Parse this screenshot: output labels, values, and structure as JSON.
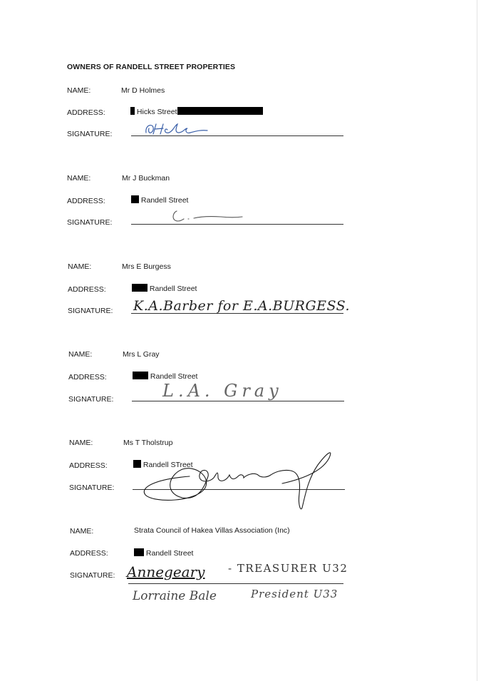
{
  "heading": "OWNERS OF RANDELL STREET PROPERTIES",
  "labels": {
    "name": "NAME:",
    "address": "ADDRESS:",
    "signature": "SIGNATURE:"
  },
  "owners": [
    {
      "name": "Mr D Holmes",
      "street": "Hicks Street"
    },
    {
      "name": "Mr J Buckman",
      "street": "Randell Street"
    },
    {
      "name": "Mrs E Burgess",
      "street": "Randell Street",
      "signature_text": "K.A.Barber for E.A.BURGESS."
    },
    {
      "name": "Mrs L Gray",
      "street": "Randell Street",
      "signature_text": "L.A. Gray"
    },
    {
      "name": "Ms T Tholstrup",
      "street": "Randell STreet"
    },
    {
      "name": "Strata Council of Hakea Villas Association (Inc)",
      "street": "Randell Street",
      "signature_text": "Annegeary",
      "signature_note": "- TREASURER U32",
      "second_signature": "Lorraine Bale",
      "second_note": "President U33"
    }
  ],
  "colors": {
    "text": "#1a1a1a",
    "ink_blue": "#3a5fa8",
    "ink_dark": "#222222",
    "redaction": "#000000"
  }
}
